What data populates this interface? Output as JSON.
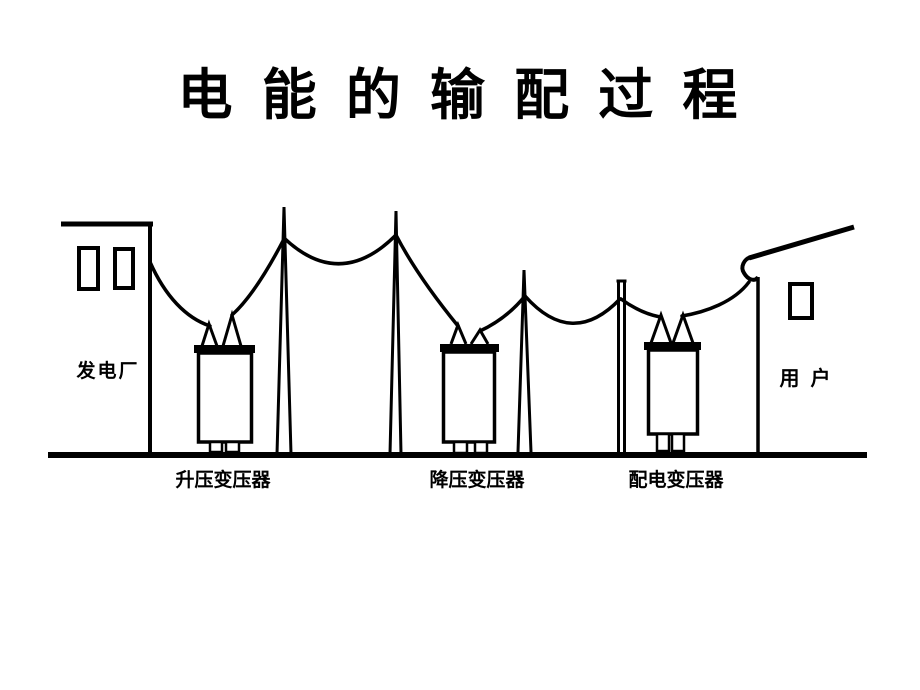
{
  "title": "电 能 的 输 配 过 程",
  "diagram": {
    "power_plant": {
      "label": "发电厂"
    },
    "house": {
      "label": "用 户"
    },
    "transformers": [
      {
        "id": "step-up",
        "label": "升压变压器"
      },
      {
        "id": "step-down",
        "label": "降压变压器"
      },
      {
        "id": "distribution",
        "label": "配电变压器"
      }
    ],
    "colors": {
      "ink": "#000000",
      "background": "#ffffff"
    }
  }
}
